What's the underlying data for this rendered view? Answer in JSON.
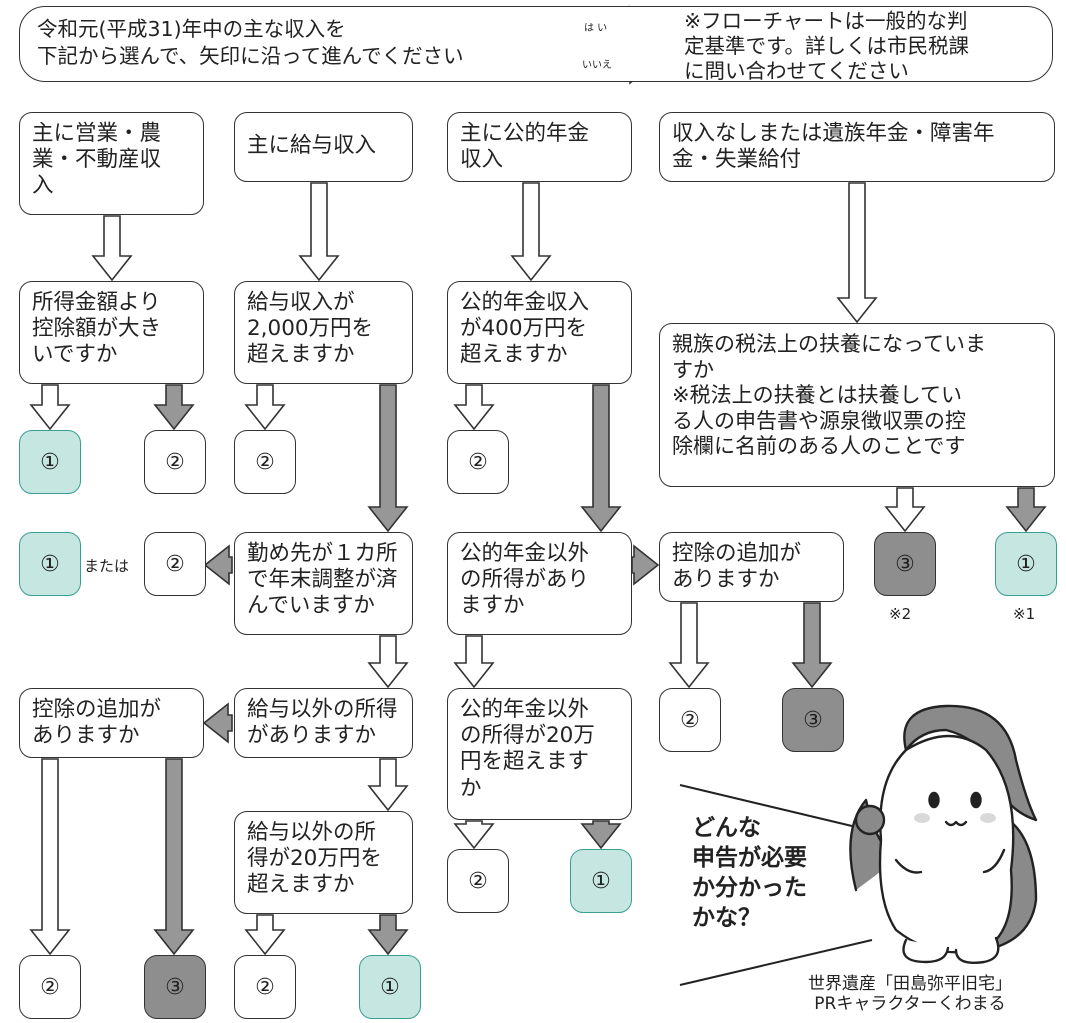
{
  "header": {
    "instruction": "令和元(平成31)年中の主な収入を\n下記から選んで、矢印に沿って進んでください",
    "legend_yes": "は い",
    "legend_no": "いいえ",
    "note": "※フローチャートは一般的な判\n定基準です。詳しくは市民税課\nに問い合わせてください"
  },
  "nodes": {
    "eigyo": "主に営業・農\n業・不動産収\n入",
    "kyuyo": "主に給与収入",
    "nenkin": "主に公的年金\n収入",
    "nashi": "収入なしまたは遺族年金・障害年\n金・失業給付",
    "shotoku_kojo": "所得金額より\n控除額が大き\nいですか",
    "kyuyo_2000": "給与収入が\n2,000万円を\n超えますか",
    "nenkin_400": "公的年金収入\nが400万円を\n超えますか",
    "fuyo": "親族の税法上の扶養になっていま\nすか\n    ※税法上の扶養とは扶養してい\n    る人の申告書や源泉徴収票の控\n    除欄に名前のある人のことです",
    "tsutomesaki": "勤め先が１カ所\nで年末調整が済\nんでいますか",
    "nenkin_igai": "公的年金以外\nの所得があり\nますか",
    "kojo_tsuika_1": "控除の追加が\nありますか",
    "kyuyo_igai": "給与以外の所得\nがありますか",
    "nenkin_igai_20": "公的年金以外\nの所得が20万\n円を超えます\nか",
    "kojo_tsuika_2": "控除の追加が\nありますか",
    "kyuyo_igai_20": "給与以外の所\n得が20万円を\n超えますか"
  },
  "results": {
    "one": "①",
    "two": "②",
    "three": "③",
    "or_text": "または",
    "note2": "※2",
    "note1": "※1"
  },
  "character": {
    "speech": "どんな\n申告が必要\nか分かった\nかな？",
    "caption": "世界遺産「田島弥平旧宅」\nPRキャラクターくわまる"
  },
  "colors": {
    "teal_result": "#c6e6e1",
    "gray_result": "#8e8e8e",
    "yes_arrow": "#ffffff",
    "no_arrow": "#979797"
  }
}
